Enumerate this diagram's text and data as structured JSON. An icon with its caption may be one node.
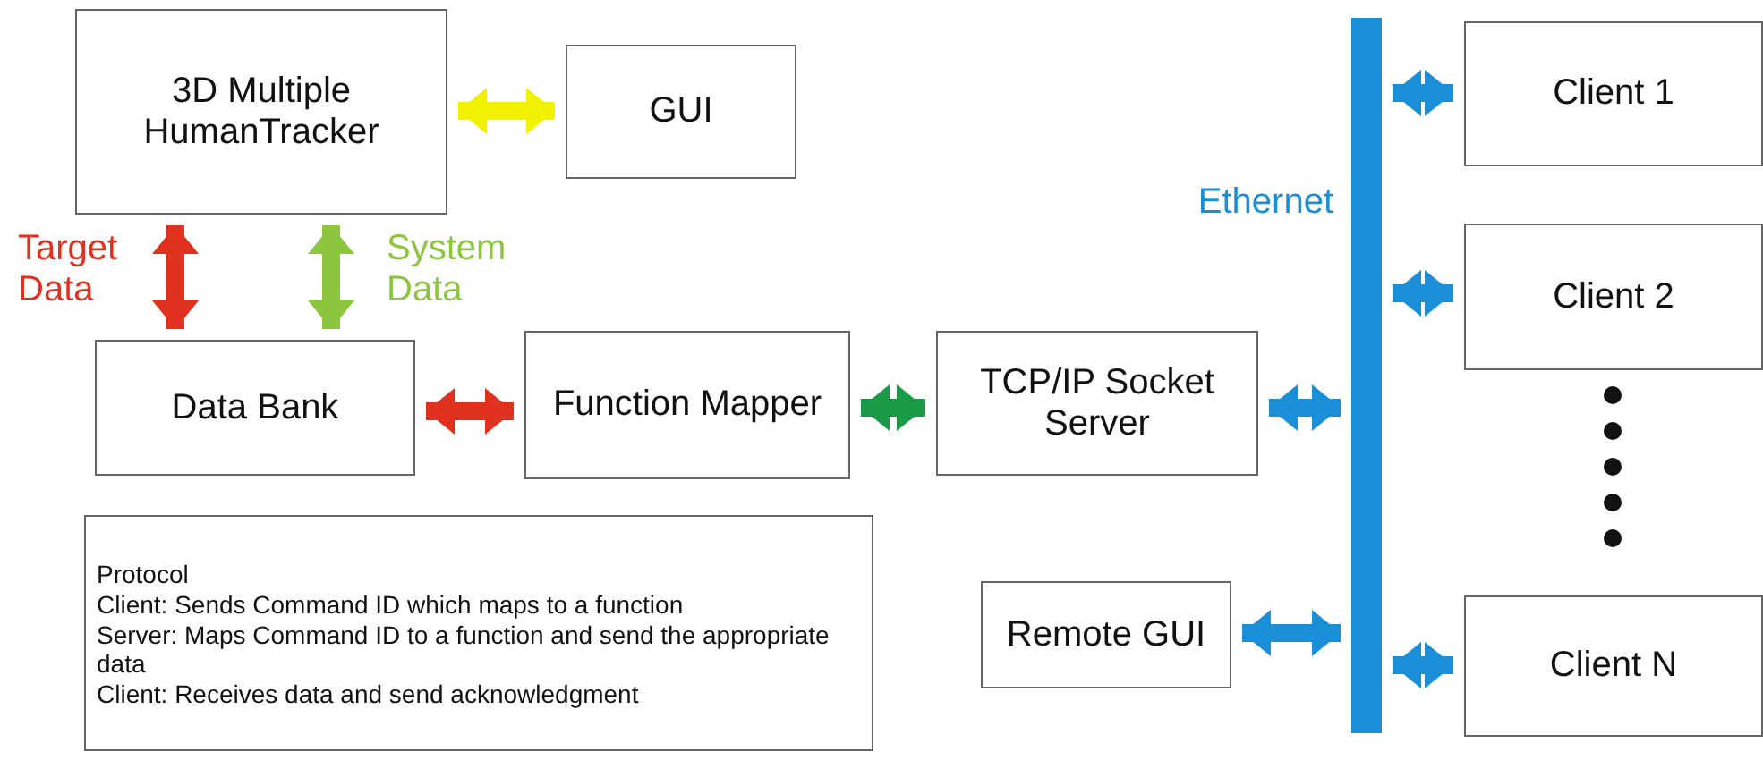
{
  "diagram": {
    "nodes": [
      {
        "text": [
          "3D Multiple HumanTracker"
        ]
      },
      {
        "text": [
          "GUI"
        ]
      },
      {
        "text": [
          "Data Bank"
        ]
      },
      {
        "text": [
          "Function Mapper"
        ]
      },
      {
        "text": [
          "TCP/IP Socket Server"
        ]
      },
      {
        "text": [],
        "shape": "bar",
        "beside": [
          "Ethernet"
        ]
      },
      {
        "text": [
          "Client 1"
        ]
      },
      {
        "text": [
          "Client 2"
        ]
      },
      {
        "text": [
          "Client N"
        ]
      },
      {
        "text": [
          "Remote GUI"
        ]
      },
      {
        "text": [
          "Protocol",
          "Client: Sends Command ID which maps to a function",
          "Server: Maps Command ID to a function and send the appropriate data",
          "Client: Receives data and send acknowledgment"
        ]
      }
    ],
    "edges": [
      {
        "from": 0,
        "to": 1,
        "arrow": "both",
        "color": "#f2f200"
      },
      {
        "from": 0,
        "to": 2,
        "arrow": "both",
        "label": "Target Data",
        "color": "#e0301e"
      },
      {
        "from": 0,
        "to": 2,
        "arrow": "both",
        "label": "System Data",
        "color": "#8cc63f"
      },
      {
        "from": 2,
        "to": 3,
        "arrow": "both",
        "color": "#e0301e"
      },
      {
        "from": 3,
        "to": 4,
        "arrow": "both",
        "color": "#1a9a45"
      },
      {
        "from": 4,
        "to": 5,
        "arrow": "both"
      },
      {
        "from": 5,
        "to": 6,
        "arrow": "both"
      },
      {
        "from": 5,
        "to": 7,
        "arrow": "both"
      },
      {
        "from": 5,
        "to": 8,
        "arrow": "both"
      },
      {
        "from": 9,
        "to": 5,
        "arrow": "both"
      }
    ]
  }
}
